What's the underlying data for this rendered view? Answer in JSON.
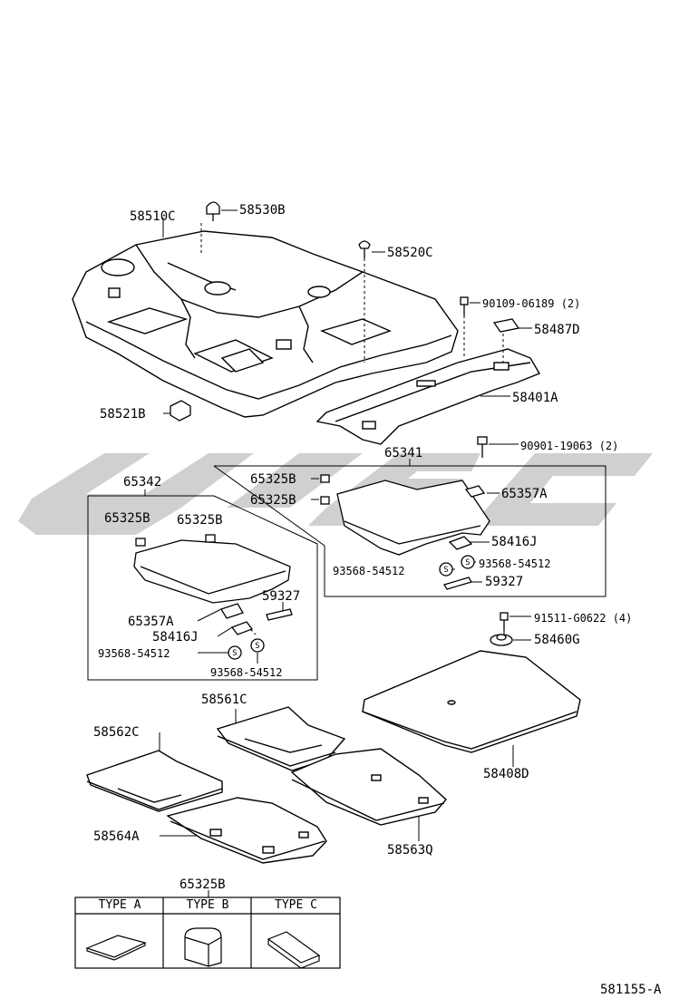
{
  "labels": {
    "p58510C": "58510C",
    "p58530B": "58530B",
    "p58520C": "58520C",
    "p90109": "90109-06189 (2)",
    "p58487D": "58487D",
    "p58401A": "58401A",
    "p58521B": "58521B",
    "p65341": "65341",
    "p90901": "90901-19063 (2)",
    "p65342": "65342",
    "p65325B_r1": "65325B",
    "p65325B_r2": "65325B",
    "p65357A_r": "65357A",
    "p65325B_l1": "65325B",
    "p65325B_l2": "65325B",
    "p58416J_r": "58416J",
    "p93568_r1": "93568-54512",
    "p93568_r2": "93568-54512",
    "p59327_r": "59327",
    "p59327_l": "59327",
    "p65357A_l": "65357A",
    "p58416J_l": "58416J",
    "p93568_l1": "93568-54512",
    "p93568_l2": "93568-54512",
    "p91511": "91511-G0622 (4)",
    "p58460G": "58460G",
    "p58561C": "58561C",
    "p58562C": "58562C",
    "p58408D": "58408D",
    "p58564A": "58564A",
    "p58563Q": "58563Q",
    "p65325B_bottom": "65325B",
    "type_a": "TYPE A",
    "type_b": "TYPE B",
    "type_c": "TYPE C",
    "diagram_id": "581155-A",
    "s_mark": "S"
  },
  "watermark": {
    "color": "#c8c8c8"
  }
}
